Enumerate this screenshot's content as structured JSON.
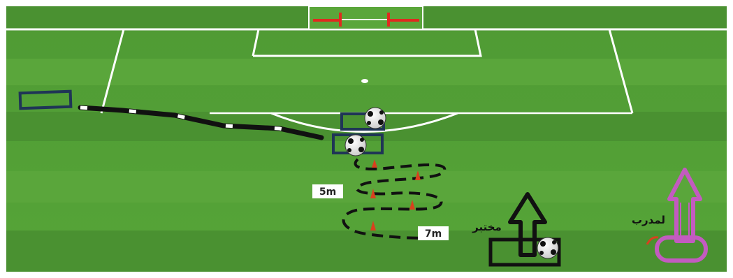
{
  "labels": {
    "distance_1": "5m",
    "distance_2": "7m",
    "tester": "مختبر",
    "coach": "لمدرب"
  },
  "colors": {
    "pitch_dark": "#3f8a2c",
    "pitch_light": "#5aa93c",
    "line": "#ffffff",
    "cone": "#d9411e",
    "box": "#1f3556",
    "path": "#111111",
    "arrow_coach": "#c35bc0"
  },
  "icons": [
    "soccer-ball-icon",
    "cone-icon",
    "goal-icon",
    "up-arrow-icon"
  ]
}
